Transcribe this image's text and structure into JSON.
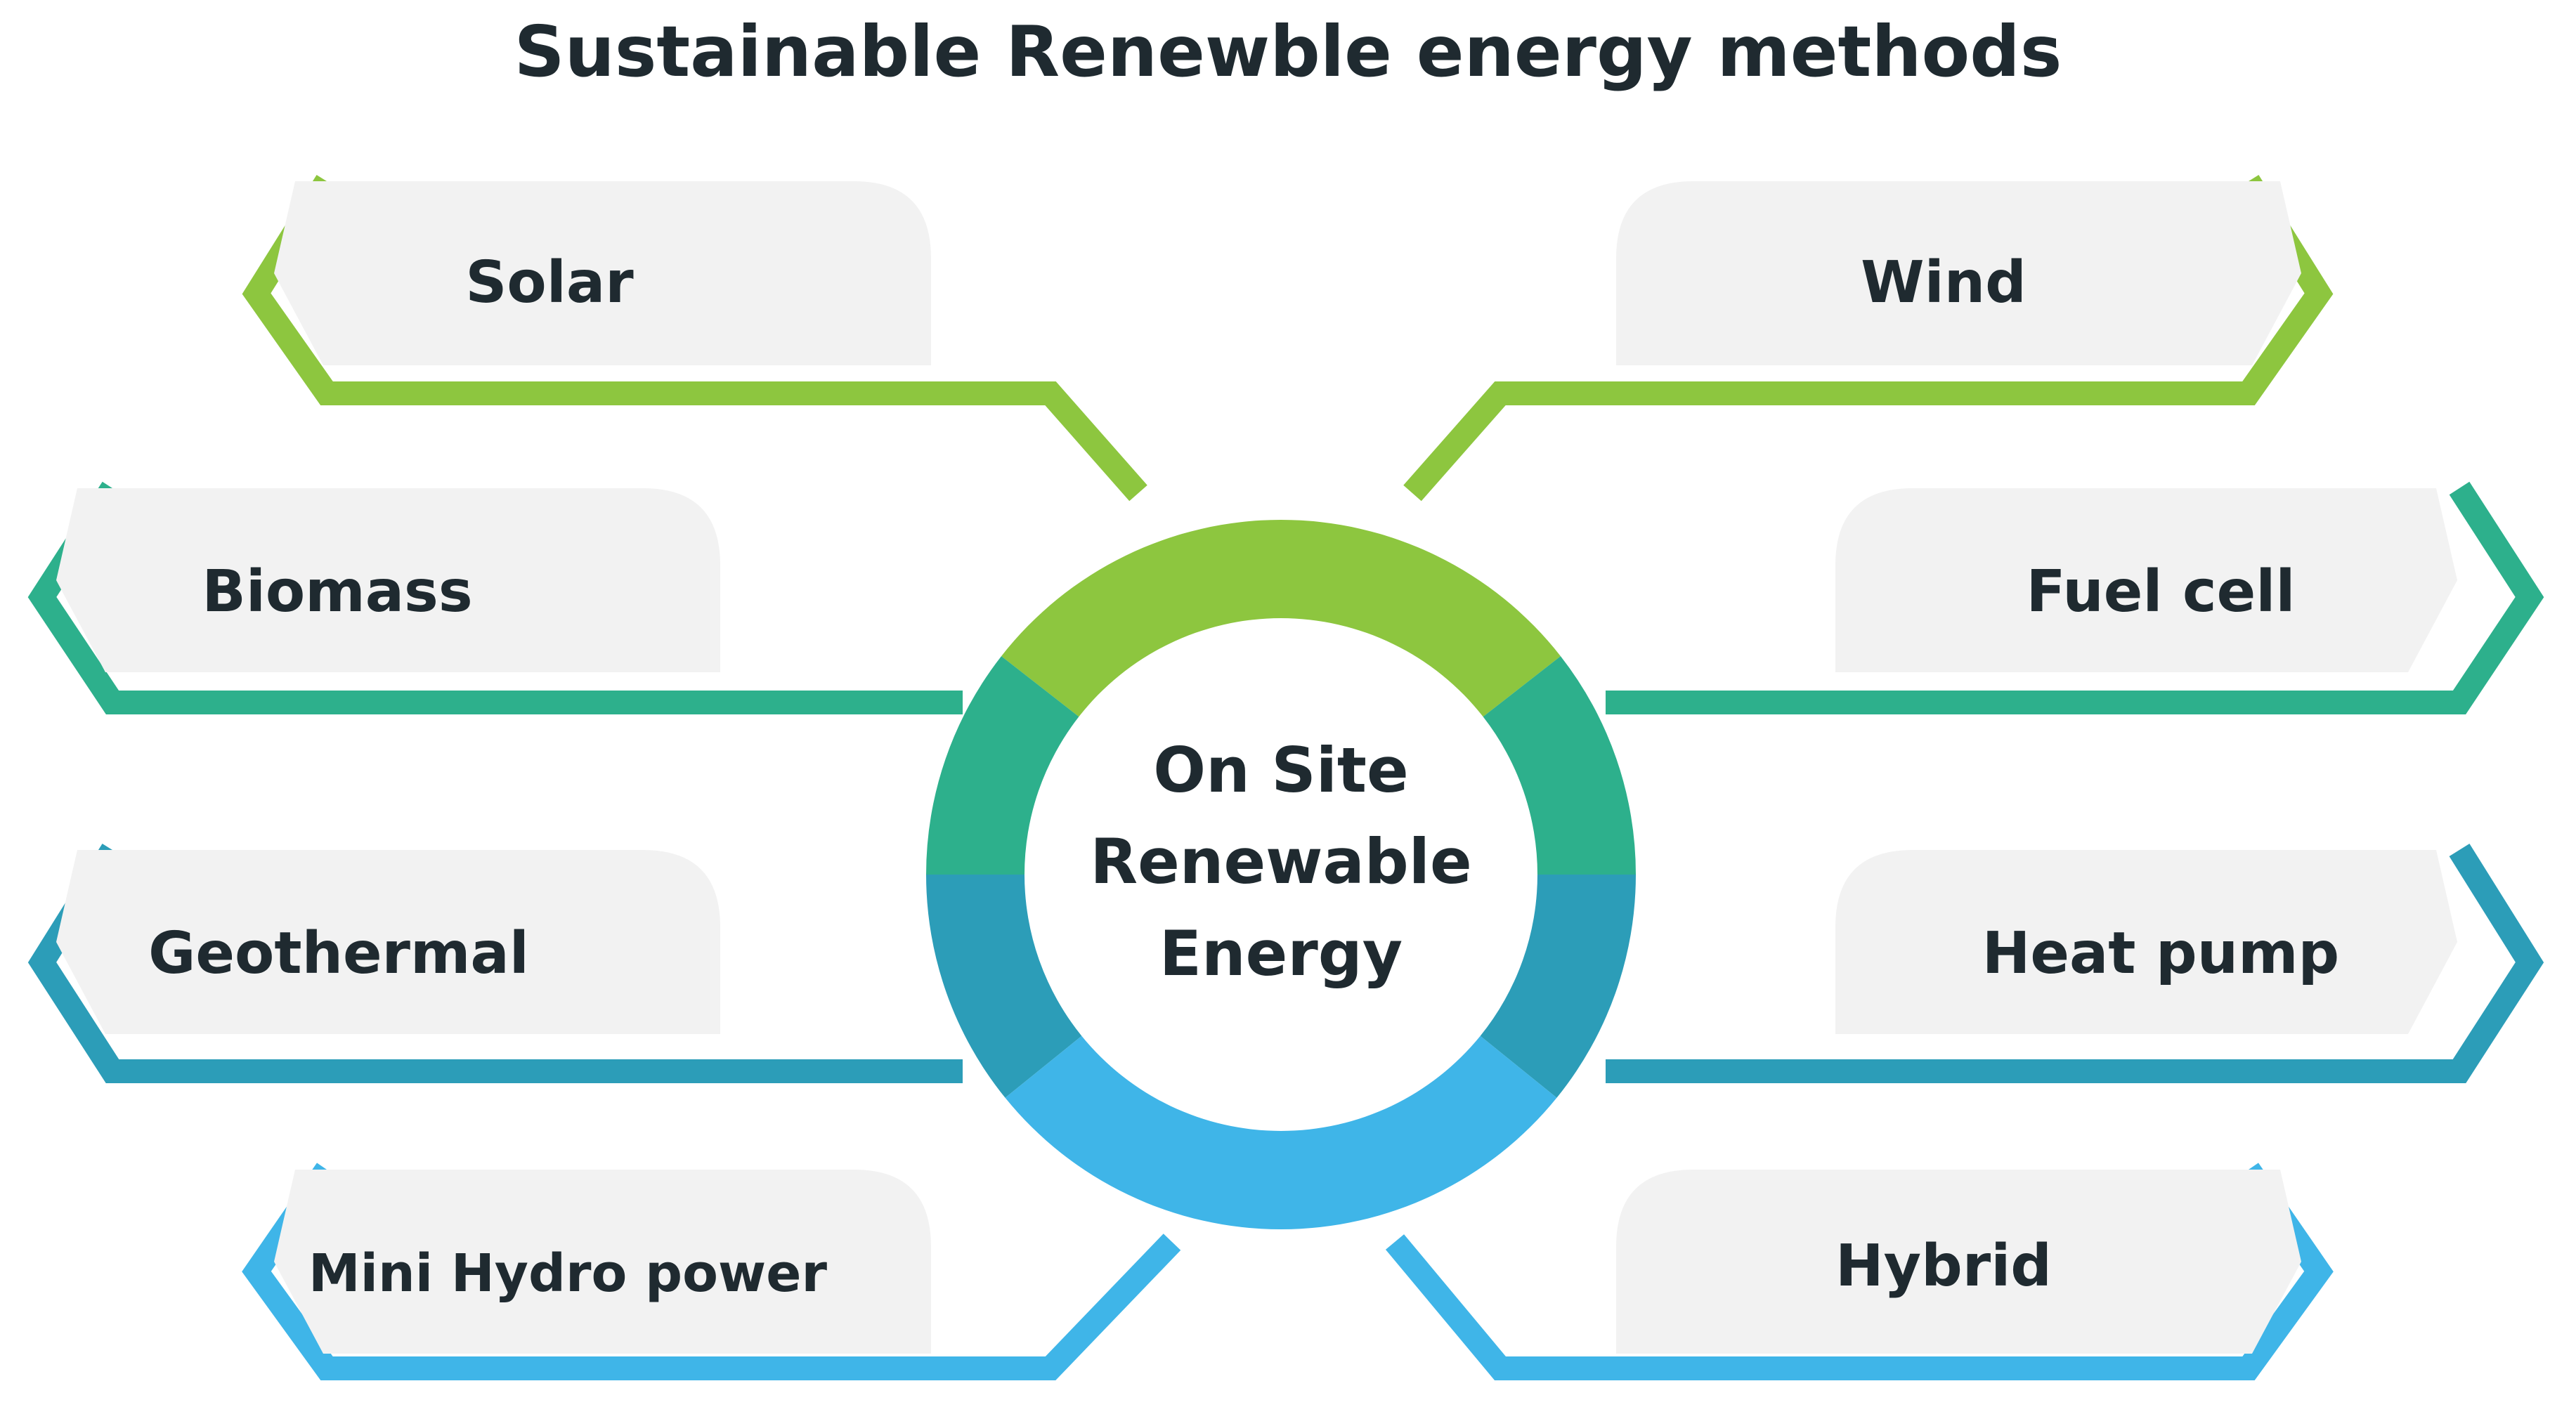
{
  "title": "Sustainable Renewble energy methods",
  "center": {
    "lines": [
      "On Site",
      "Renewable",
      "Energy"
    ]
  },
  "colors": {
    "green": "#8DC63F",
    "teal": "#2DB08C",
    "blue_teal": "#2C9DB8",
    "sky_blue": "#3FB5E8",
    "card_fill": "#F2F2F2",
    "text": "#1F2A30"
  },
  "items": [
    {
      "label": "Solar",
      "side": "left",
      "color_key": "green"
    },
    {
      "label": "Wind",
      "side": "right",
      "color_key": "green"
    },
    {
      "label": "Biomass",
      "side": "left",
      "color_key": "teal"
    },
    {
      "label": "Fuel cell",
      "side": "right",
      "color_key": "teal"
    },
    {
      "label": "Geothermal",
      "side": "left",
      "color_key": "blue_teal"
    },
    {
      "label": "Heat pump",
      "side": "right",
      "color_key": "blue_teal"
    },
    {
      "label": "Mini Hydro power",
      "side": "left",
      "color_key": "sky_blue"
    },
    {
      "label": "Hybrid",
      "side": "right",
      "color_key": "sky_blue"
    }
  ]
}
